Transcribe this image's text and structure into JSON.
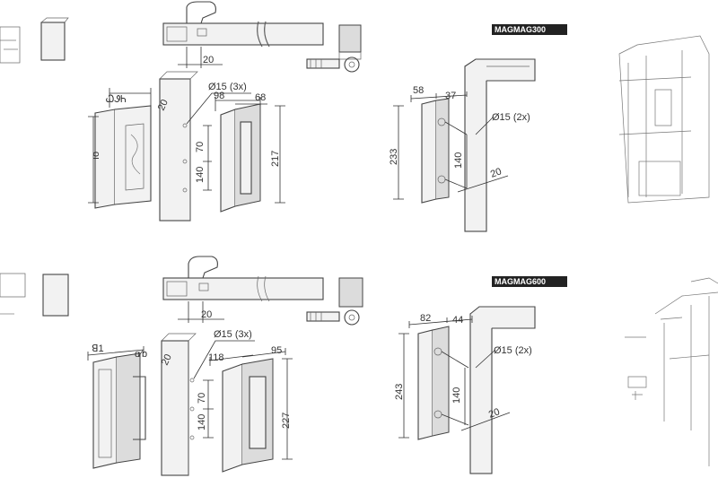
{
  "models": [
    {
      "badge": "MAGMAG300",
      "left": {
        "gate_gap": "20",
        "hole": "Ø15 (3x)",
        "spacing_upper": "70",
        "spacing_lower": "140",
        "plate_width_a": "98",
        "plate_width_b": "68",
        "height": "217",
        "post_offset": "20"
      },
      "right": {
        "width_a": "58",
        "width_b": "37",
        "hole": "Ø15 (2x)",
        "height": "233",
        "spacing": "140",
        "offset": "20"
      }
    },
    {
      "badge": "MAGMAG600",
      "left": {
        "gate_gap": "20",
        "hole": "Ø15 (3x)",
        "spacing_upper": "70",
        "spacing_lower": "140",
        "plate_width_a": "118",
        "plate_width_b": "95",
        "height": "227",
        "post_offset": "20"
      },
      "right": {
        "width_a": "82",
        "width_b": "44",
        "hole": "Ø15 (2x)",
        "height": "243",
        "spacing": "140",
        "offset": "20"
      }
    }
  ]
}
